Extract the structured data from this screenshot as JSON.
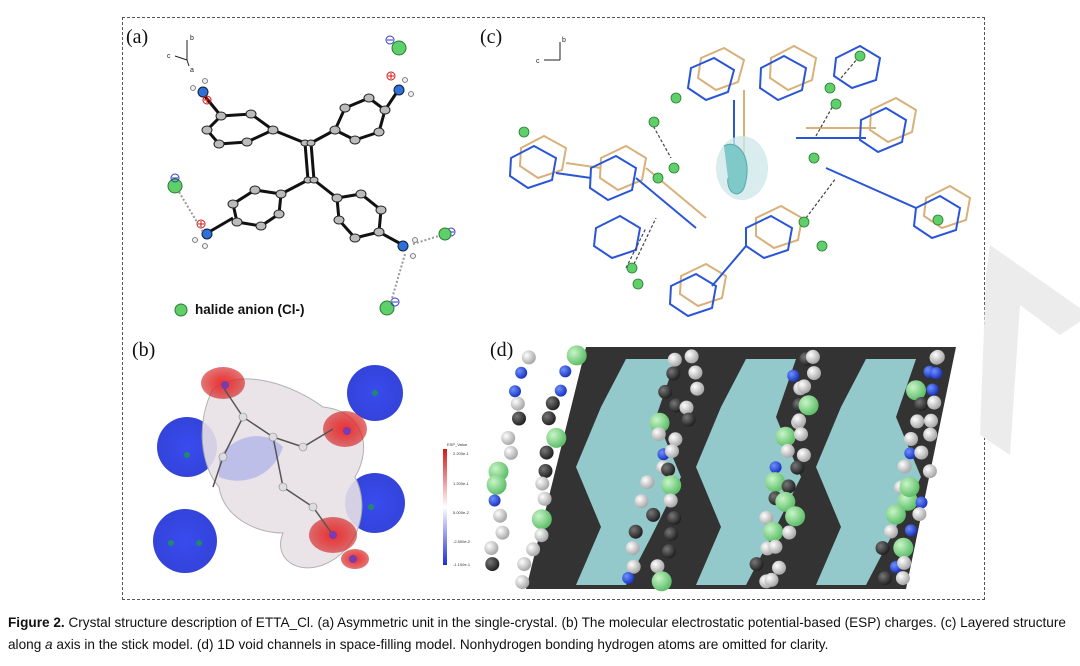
{
  "panels": {
    "a": {
      "label": "(a)",
      "axes": {
        "b": "b",
        "c": "c",
        "a": "a"
      },
      "legend": "halide anion (Cl-)"
    },
    "b": {
      "label": "(b)",
      "colorbar_title": "ESP_Value",
      "colorbar_ticks": [
        "2.200e-1",
        "1.200e-1",
        "5.000e-2",
        "-2.500e-2",
        "-1.100e-1"
      ]
    },
    "c": {
      "label": "(c)",
      "axes": {
        "b": "b",
        "c": "c"
      }
    },
    "d": {
      "label": "(d)"
    }
  },
  "caption": {
    "prefix": "Figure 2.",
    "text": "Crystal structure description of ETTA_Cl. (a) Asymmetric unit in the single-crystal. (b) The molecular electrostatic potential-based (ESP) charges. (c) Layered structure along ",
    "italic": "a",
    "text2": " axis in the stick model. (d) 1D void channels in space-filling model. Nonhydrogen bonding hydrogen atoms are omitted for clarity."
  },
  "colors": {
    "nitrogen": "#2f6fd8",
    "chloride": "#5fcf6a",
    "channel": "#8fd3d3",
    "esp_negative": "#1d2fd6",
    "esp_positive": "#d11a1a",
    "stick_blue": "#2a55d6",
    "stick_tan": "#d8b07a"
  }
}
